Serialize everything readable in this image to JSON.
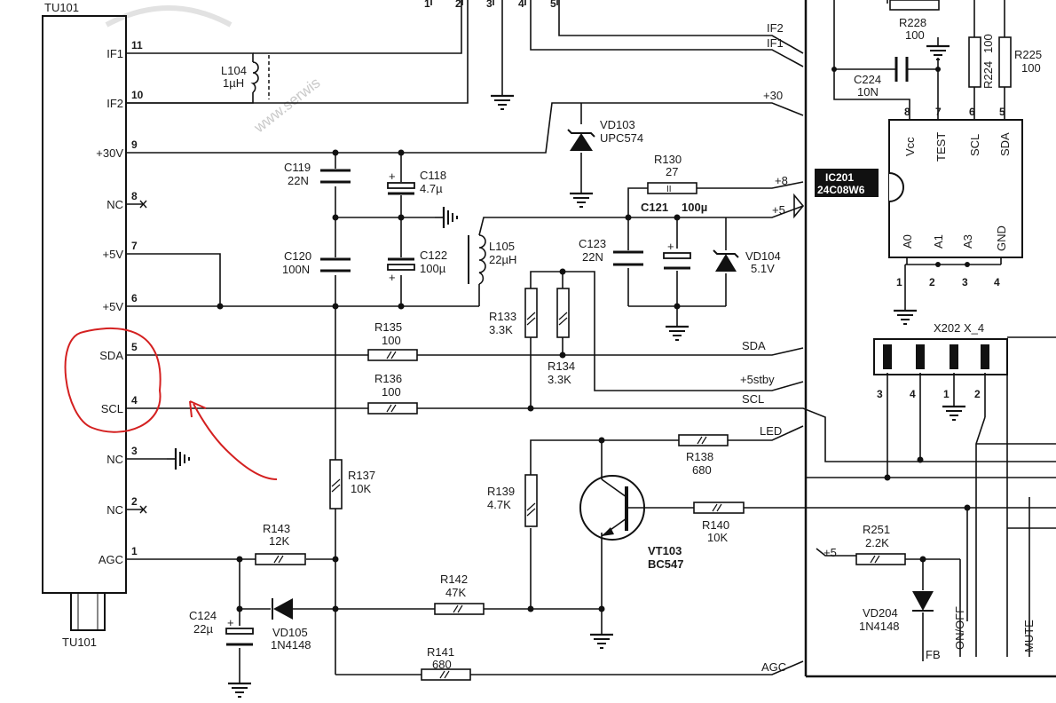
{
  "tuner": {
    "title": "TU101",
    "bottom_label": "TU101",
    "pins": [
      {
        "num": "11",
        "name": "IF1"
      },
      {
        "num": "10",
        "name": "IF2"
      },
      {
        "num": "9",
        "name": "+30V"
      },
      {
        "num": "8",
        "name": "NC"
      },
      {
        "num": "7",
        "name": "+5V"
      },
      {
        "num": "6",
        "name": "+5V"
      },
      {
        "num": "5",
        "name": "SDA"
      },
      {
        "num": "4",
        "name": "SCL"
      },
      {
        "num": "3",
        "name": "NC"
      },
      {
        "num": "2",
        "name": "NC"
      },
      {
        "num": "1",
        "name": "AGC"
      }
    ]
  },
  "top_connector_pins": [
    "1",
    "2",
    "3",
    "4",
    "5"
  ],
  "watermark": "www.serwis",
  "components": {
    "l104": {
      "ref": "L104",
      "value": "1µH"
    },
    "vd103": {
      "ref": "VD103",
      "value": "UPC574"
    },
    "c119": {
      "ref": "C119",
      "value": "22N"
    },
    "c118": {
      "ref": "C118",
      "value": "4.7µ"
    },
    "c120": {
      "ref": "C120",
      "value": "100N"
    },
    "c122": {
      "ref": "C122",
      "value": "100µ"
    },
    "l105": {
      "ref": "L105",
      "value": "22µH"
    },
    "r130": {
      "ref": "R130",
      "value": "27"
    },
    "c121": {
      "ref": "C121",
      "value": "100µ"
    },
    "c123": {
      "ref": "C123",
      "value": "22N"
    },
    "vd104": {
      "ref": "VD104",
      "value": "5.1V"
    },
    "r133": {
      "ref": "R133",
      "value": "3.3K"
    },
    "r134": {
      "ref": "R134",
      "value": "3.3K"
    },
    "r135": {
      "ref": "R135",
      "value": "100"
    },
    "r136": {
      "ref": "R136",
      "value": "100"
    },
    "r137": {
      "ref": "R137",
      "value": "10K"
    },
    "r138": {
      "ref": "R138",
      "value": "680"
    },
    "r139": {
      "ref": "R139",
      "value": "4.7K"
    },
    "vt103": {
      "ref": "VT103",
      "value": "BC547"
    },
    "r140": {
      "ref": "R140",
      "value": "10K"
    },
    "r143": {
      "ref": "R143",
      "value": "12K"
    },
    "r142": {
      "ref": "R142",
      "value": "47K"
    },
    "c124": {
      "ref": "C124",
      "value": "22µ"
    },
    "vd105": {
      "ref": "VD105",
      "value": "1N4148"
    },
    "r141": {
      "ref": "R141",
      "value": "680"
    },
    "r228": {
      "ref": "R228",
      "value": "100"
    },
    "c224": {
      "ref": "C224",
      "value": "10N"
    },
    "r224": {
      "ref": "R224",
      "value": "100"
    },
    "r225": {
      "ref": "R225",
      "value": "100"
    },
    "r251": {
      "ref": "R251",
      "value": "2.2K"
    },
    "vd204": {
      "ref": "VD204",
      "value": "1N4148"
    }
  },
  "nets": {
    "if2": "IF2",
    "if1": "IF1",
    "p30": "+30",
    "p8": "+8",
    "p5": "+5",
    "sda": "SDA",
    "p5stby": "+5stby",
    "scl": "SCL",
    "led": "LED",
    "agc": "AGC",
    "p5b": "+5"
  },
  "ic201": {
    "ref": "IC201",
    "part": "24C08W6",
    "top_pins": [
      {
        "num": "8",
        "name": "Vcc"
      },
      {
        "num": "7",
        "name": "TEST"
      },
      {
        "num": "6",
        "name": "SCL"
      },
      {
        "num": "5",
        "name": "SDA"
      }
    ],
    "bottom_pins": [
      {
        "num": "1",
        "name": "A0"
      },
      {
        "num": "2",
        "name": "A1"
      },
      {
        "num": "3",
        "name": "A3"
      },
      {
        "num": "4",
        "name": "GND"
      }
    ]
  },
  "x202": {
    "label": "X202 X_4",
    "pins": [
      "3",
      "4",
      "1",
      "2"
    ]
  },
  "bottom_signals": {
    "fb": "FB",
    "onoff": "ON/OFF",
    "mute": "MUTE"
  },
  "annotation_color": "#d42020"
}
